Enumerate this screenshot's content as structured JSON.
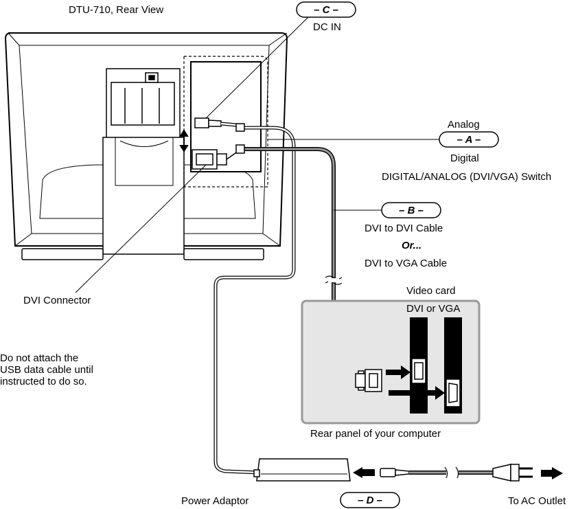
{
  "title": "DTU-710, Rear View",
  "callouts": {
    "a": "– A –",
    "b": "– B –",
    "c": "– C –",
    "d": "– D –"
  },
  "labels": {
    "dc_in": "DC IN",
    "analog": "Analog",
    "digital": "Digital",
    "switch": "DIGITAL/ANALOG (DVI/VGA) Switch",
    "dvi_cable": "DVI to DVI Cable",
    "or": "Or...",
    "vga_cable": "DVI to VGA Cable",
    "dvi_connector": "DVI Connector",
    "video_card": "Video card",
    "dvi_or_vga": "DVI or VGA",
    "rear_panel": "Rear panel of your computer",
    "power_adaptor": "Power Adaptor",
    "ac_outlet": "To AC Outlet"
  },
  "note": [
    "Do not attach the",
    "USB data cable until",
    "instructed to do so."
  ],
  "colors": {
    "panel_fill": "#e6e6e6",
    "panel_stroke": "#999999",
    "cable": "#9a9a9a"
  }
}
